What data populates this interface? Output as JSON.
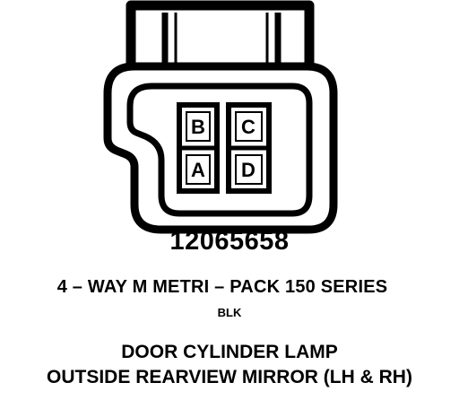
{
  "connector": {
    "part_number": "12065658",
    "series": "4 – WAY M METRI – PACK 150 SERIES",
    "color": "BLK",
    "pins": [
      {
        "id": "B",
        "label": "B"
      },
      {
        "id": "C",
        "label": "C"
      },
      {
        "id": "A",
        "label": "A"
      },
      {
        "id": "D",
        "label": "D"
      }
    ]
  },
  "function": {
    "line1": "DOOR CYLINDER LAMP",
    "line2": "OUTSIDE REARVIEW MIRROR (LH & RH)"
  },
  "colors": {
    "ink": "#000000",
    "background": "#ffffff"
  }
}
